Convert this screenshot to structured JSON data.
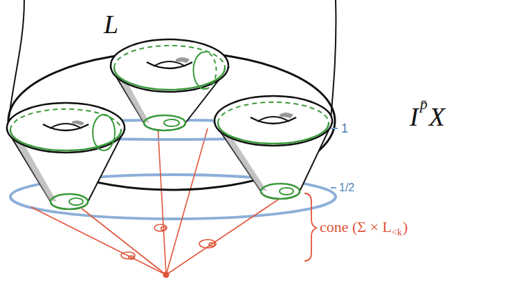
{
  "diagram": {
    "labels": [
      "L",
      "I",
      "p̄",
      "X",
      "1",
      "1/2",
      "cone (Σ × L",
      "<k",
      ")"
    ]
  }
}
